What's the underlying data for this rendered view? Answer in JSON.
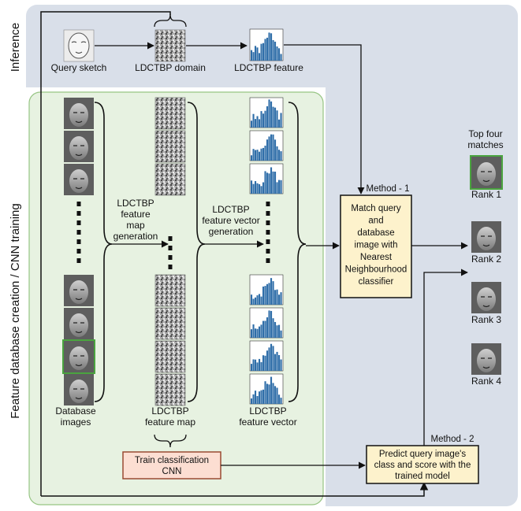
{
  "regions": {
    "inference": "Inference",
    "training": "Feature database creation / CNN training"
  },
  "inference": {
    "query_sketch": "Query sketch",
    "ldctbp_domain": "LDCTBP domain",
    "ldctbp_feature": "LDCTBP feature"
  },
  "database": {
    "images_label": [
      "Database",
      "images"
    ],
    "feature_map_label": [
      "LDCTBP",
      "feature map"
    ],
    "feature_vector_label": [
      "LDCTBP",
      "feature vector"
    ],
    "map_generation": [
      "LDCTBP",
      "feature",
      "map",
      "generation"
    ],
    "vector_generation": [
      "LDCTBP",
      "feature vector",
      "generation"
    ]
  },
  "method1": {
    "title": "Method - 1",
    "lines": [
      "Match query",
      "and",
      "database",
      "image with",
      "Nearest",
      "Neighbourhood",
      "classifier"
    ]
  },
  "method2": {
    "title": "Method - 2",
    "lines": [
      "Predict query image's",
      "class and score with the",
      "trained model"
    ]
  },
  "cnn": {
    "lines": [
      "Train classification",
      "CNN"
    ]
  },
  "matches": {
    "title": [
      "Top four",
      "matches"
    ],
    "ranks": [
      "Rank 1",
      "Rank 2",
      "Rank 3",
      "Rank 4"
    ]
  },
  "colors": {
    "inference_bg": "#d9dfe9",
    "training_bg": "#e7f2e1",
    "training_border": "#97c584",
    "method_box": "#fdf2cc",
    "cnn_box": "#fcded2",
    "cnn_border": "#9a4a33",
    "histogram": "#2e6da8",
    "highlight": "#4aa43f"
  }
}
